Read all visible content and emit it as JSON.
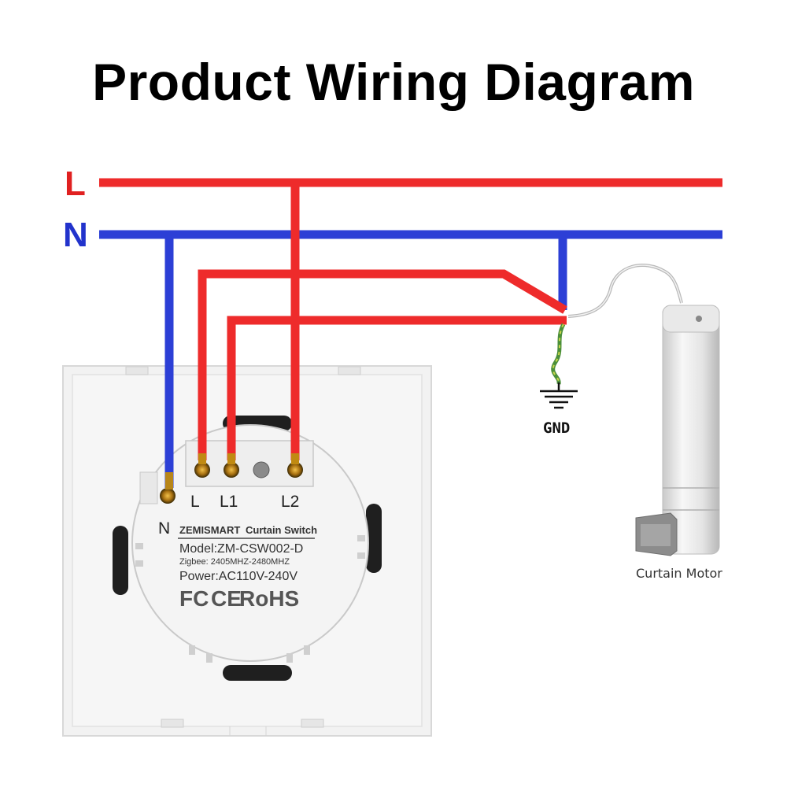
{
  "title": "Product Wiring Diagram",
  "mains": {
    "live_label": "L",
    "neutral_label": "N"
  },
  "colors": {
    "live": "#ee2b2b",
    "neutral": "#2c3fd6",
    "ground": "#4b8f3a",
    "label_live": "#e02020",
    "label_neutral": "#2233cc"
  },
  "ground": {
    "label": "GND"
  },
  "motor": {
    "label": "Curtain Motor"
  },
  "switch": {
    "terminals": {
      "n": "N",
      "l": "L",
      "l1": "L1",
      "l2": "L2"
    },
    "brand": "ZEMISMART",
    "product_name": "Curtain Switch",
    "model": "Model:ZM-CSW002-D",
    "frequency": "Zigbee: 2405MHZ-2480MHZ",
    "power": "Power:AC110V-240V",
    "cert_fc": "FC",
    "cert_ce": "CE",
    "cert_rohs": "RoHS"
  }
}
